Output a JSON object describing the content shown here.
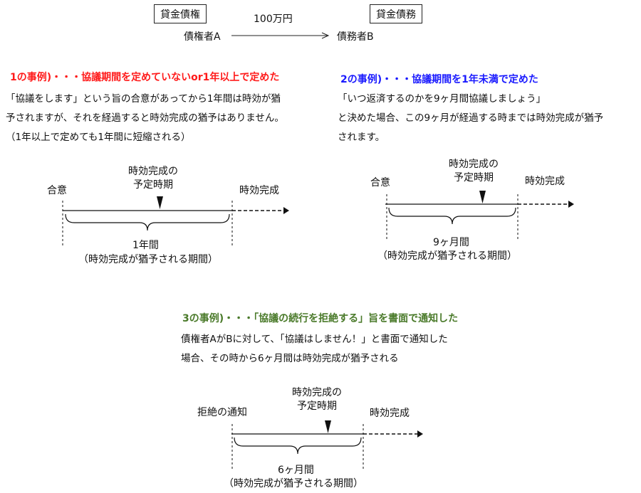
{
  "top": {
    "creditor_right_box": "貸金債権",
    "debt_box": "貸金債務",
    "amount": "100万円",
    "creditor": "債権者A",
    "debtor": "債務者B"
  },
  "case1": {
    "heading": "1の事例)・・・協議期間を定めていないor1年以上で定めた",
    "lines": [
      "「協議をします」という旨の合意があってから1年間は時効が猶",
      "予されますが、それを経過すると時効完成の猶予はありません。",
      "（1年以上で定めても1年間に短縮される）"
    ],
    "start_label": "合意",
    "scheduled_label_1": "時効完成の",
    "scheduled_label_2": "予定時期",
    "end_label": "時効完成",
    "period": "1年間",
    "period_note": "（時効完成が猶予される期間）"
  },
  "case2": {
    "heading": "2の事例)・・・協議期間を1年未満で定めた",
    "lines": [
      "「いつ返済するのかを9ヶ月間協議しましょう」",
      "と決めた場合、この9ヶ月が経過する時までは時効完成が猶予",
      "されます。"
    ],
    "start_label": "合意",
    "scheduled_label_1": "時効完成の",
    "scheduled_label_2": "予定時期",
    "end_label": "時効完成",
    "period": "9ヶ月間",
    "period_note": "（時効完成が猶予される期間）"
  },
  "case3": {
    "heading": "3の事例)・・・「協議の続行を拒絶する」旨を書面で通知した",
    "lines": [
      "債権者AがBに対して、「協議はしません！」と書面で通知した",
      "場合、その時から6ヶ月間は時効完成が猶予される"
    ],
    "start_label": "拒絶の通知",
    "scheduled_label_1": "時効完成の",
    "scheduled_label_2": "予定時期",
    "end_label": "時効完成",
    "period": "6ヶ月間",
    "period_note": "（時効完成が猶予される期間）"
  },
  "colors": {
    "case1": "#ff1a1a",
    "case2": "#1a1aff",
    "case3": "#4a7a2a"
  }
}
